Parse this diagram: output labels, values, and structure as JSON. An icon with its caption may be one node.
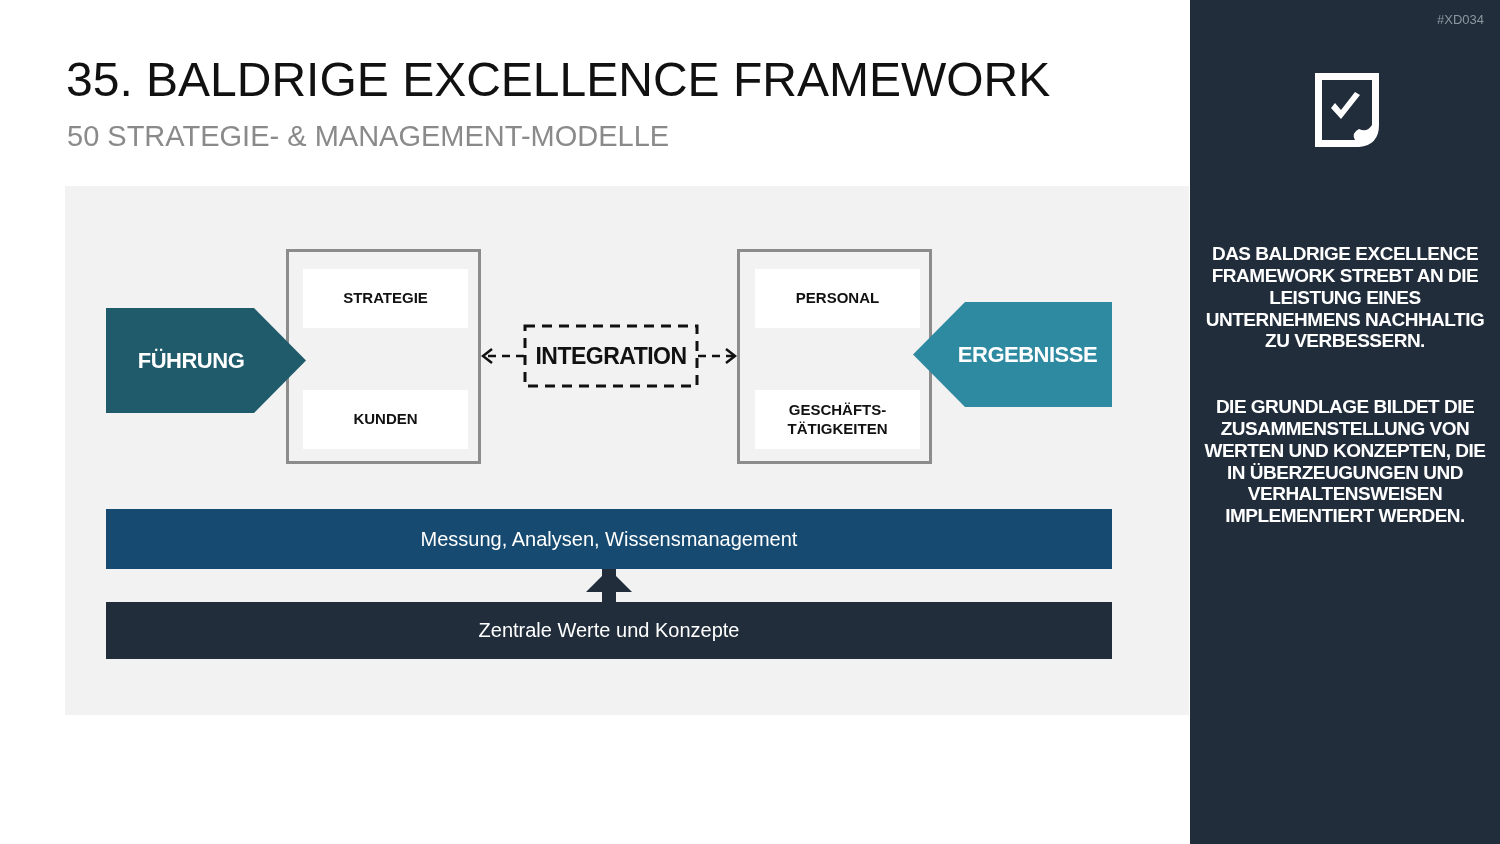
{
  "diagram": {
    "title": "35. BALDRIGE EXCELLENCE FRAMEWORK",
    "nodes": [
      {
        "text": [
          "FÜHRUNG"
        ]
      },
      {
        "text": [],
        "shape": "box"
      },
      {
        "text": [
          "STRATEGIE"
        ],
        "in": 1
      },
      {
        "text": [
          "KUNDEN"
        ],
        "in": 1
      },
      {
        "text": [
          "INTEGRATION"
        ]
      },
      {
        "text": [],
        "shape": "box"
      },
      {
        "text": [
          "PERSONAL"
        ],
        "in": 5
      },
      {
        "text": [
          "GESCHÄFTS- TÄTIGKEITEN"
        ],
        "in": 5
      },
      {
        "text": [
          "ERGEBNISSE"
        ]
      },
      {
        "text": [
          "Messung, Analysen, Wissensmanagement"
        ]
      },
      {
        "text": [
          "Zentrale Werte und Konzepte"
        ]
      }
    ],
    "edges": [
      {
        "from": 4,
        "to": 1,
        "arrow": "to",
        "style": "dashed"
      },
      {
        "from": 4,
        "to": 5,
        "arrow": "to",
        "style": "dashed"
      },
      {
        "from": 10,
        "to": 9,
        "arrow": "to",
        "style": "thick",
        "color": "#212d3b"
      }
    ],
    "labels": [
      "50 STRATEGIE- & MANAGEMENT-MODELLE",
      "#XD034",
      "DAS BALDRIGE EXCELLENCE FRAMEWORK STREBT AN DIE LEISTUNG EINES UNTERNEHMENS NACHHALTIG ZU VERBESSERN.",
      "DIE GRUNDLAGE BILDET DIE ZUSAMMENSTELLUNG VON WERTEN UND KONZEPTEN, DIE IN ÜBERZEUGUNGEN UND VERHALTENSWEISEN IMPLEMENTIERT WERDEN."
    ]
  }
}
